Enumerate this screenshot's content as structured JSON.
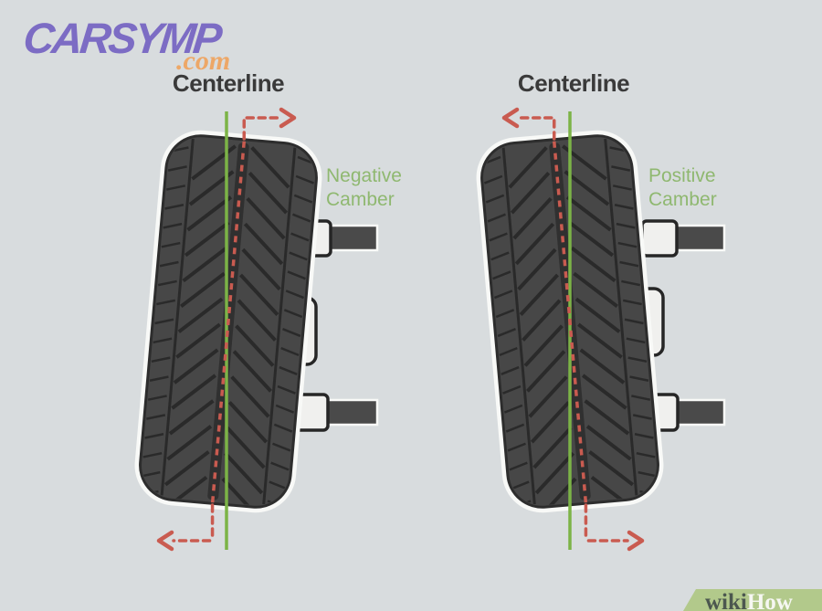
{
  "page": {
    "background": "#d8dcde"
  },
  "logo": {
    "brand": "CARSYMP",
    "tld": ".com",
    "brand_color": "#7c6cc4",
    "tld_color": "#eda767"
  },
  "diagrams": {
    "left": {
      "title": "Centerline",
      "camber_line1": "Negative",
      "camber_line2": "Camber"
    },
    "right": {
      "title": "Centerline",
      "camber_line1": "Positive",
      "camber_line2": "Camber"
    }
  },
  "footer": {
    "wiki": "wiki",
    "how": "How"
  },
  "colors": {
    "tire_body": "#474747",
    "tire_outline": "#2d2d2d",
    "tread_line": "#2a2a2a",
    "halo_white": "#f8f9f7",
    "bracket_fill": "#f0f0ee",
    "bracket_stroke": "#262626",
    "bar_fill": "#4a4a4a",
    "centerline_green": "#7cb347",
    "camber_text_green": "#8fb870",
    "arrow_red": "#c95b50",
    "title_text": "#3a3a3a",
    "wikihow_banner": "#b2c98b",
    "wiki_text": "#4c574f",
    "how_text": "#f6f7f2"
  }
}
